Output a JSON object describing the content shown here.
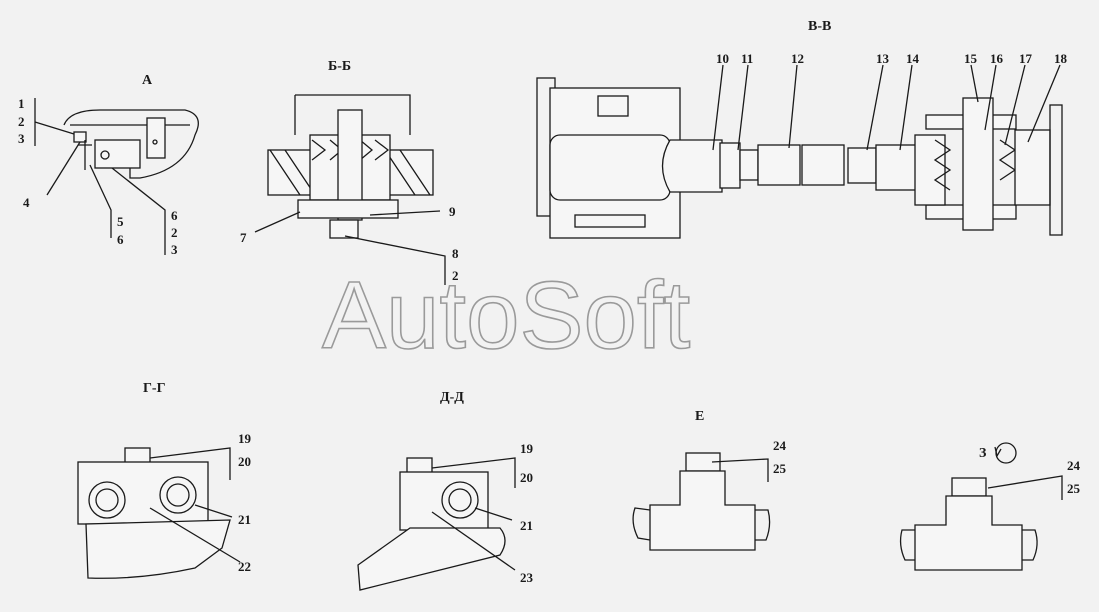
{
  "views": {
    "a": "А",
    "bb": "Б-Б",
    "vv": "В-В",
    "gg": "Г-Г",
    "dd": "Д-Д",
    "e": "Е",
    "z": "З"
  },
  "watermark": "AutoSoft",
  "callouts": {
    "a_stack": [
      "1",
      "2",
      "3"
    ],
    "a_4": "4",
    "a_56": [
      "5",
      "6"
    ],
    "a_623": [
      "6",
      "2",
      "3"
    ],
    "bb_9": "9",
    "bb_7": "7",
    "bb_82": [
      "8",
      "2"
    ],
    "vv_top": [
      "10",
      "11",
      "12",
      "13",
      "14",
      "15",
      "16",
      "17",
      "18"
    ],
    "gg_1920": [
      "19",
      "20"
    ],
    "gg_21": "21",
    "gg_22": "22",
    "dd_1920": [
      "19",
      "20"
    ],
    "dd_21": "21",
    "dd_23": "23",
    "e_2425": [
      "24",
      "25"
    ],
    "z_2425": [
      "24",
      "25"
    ]
  }
}
